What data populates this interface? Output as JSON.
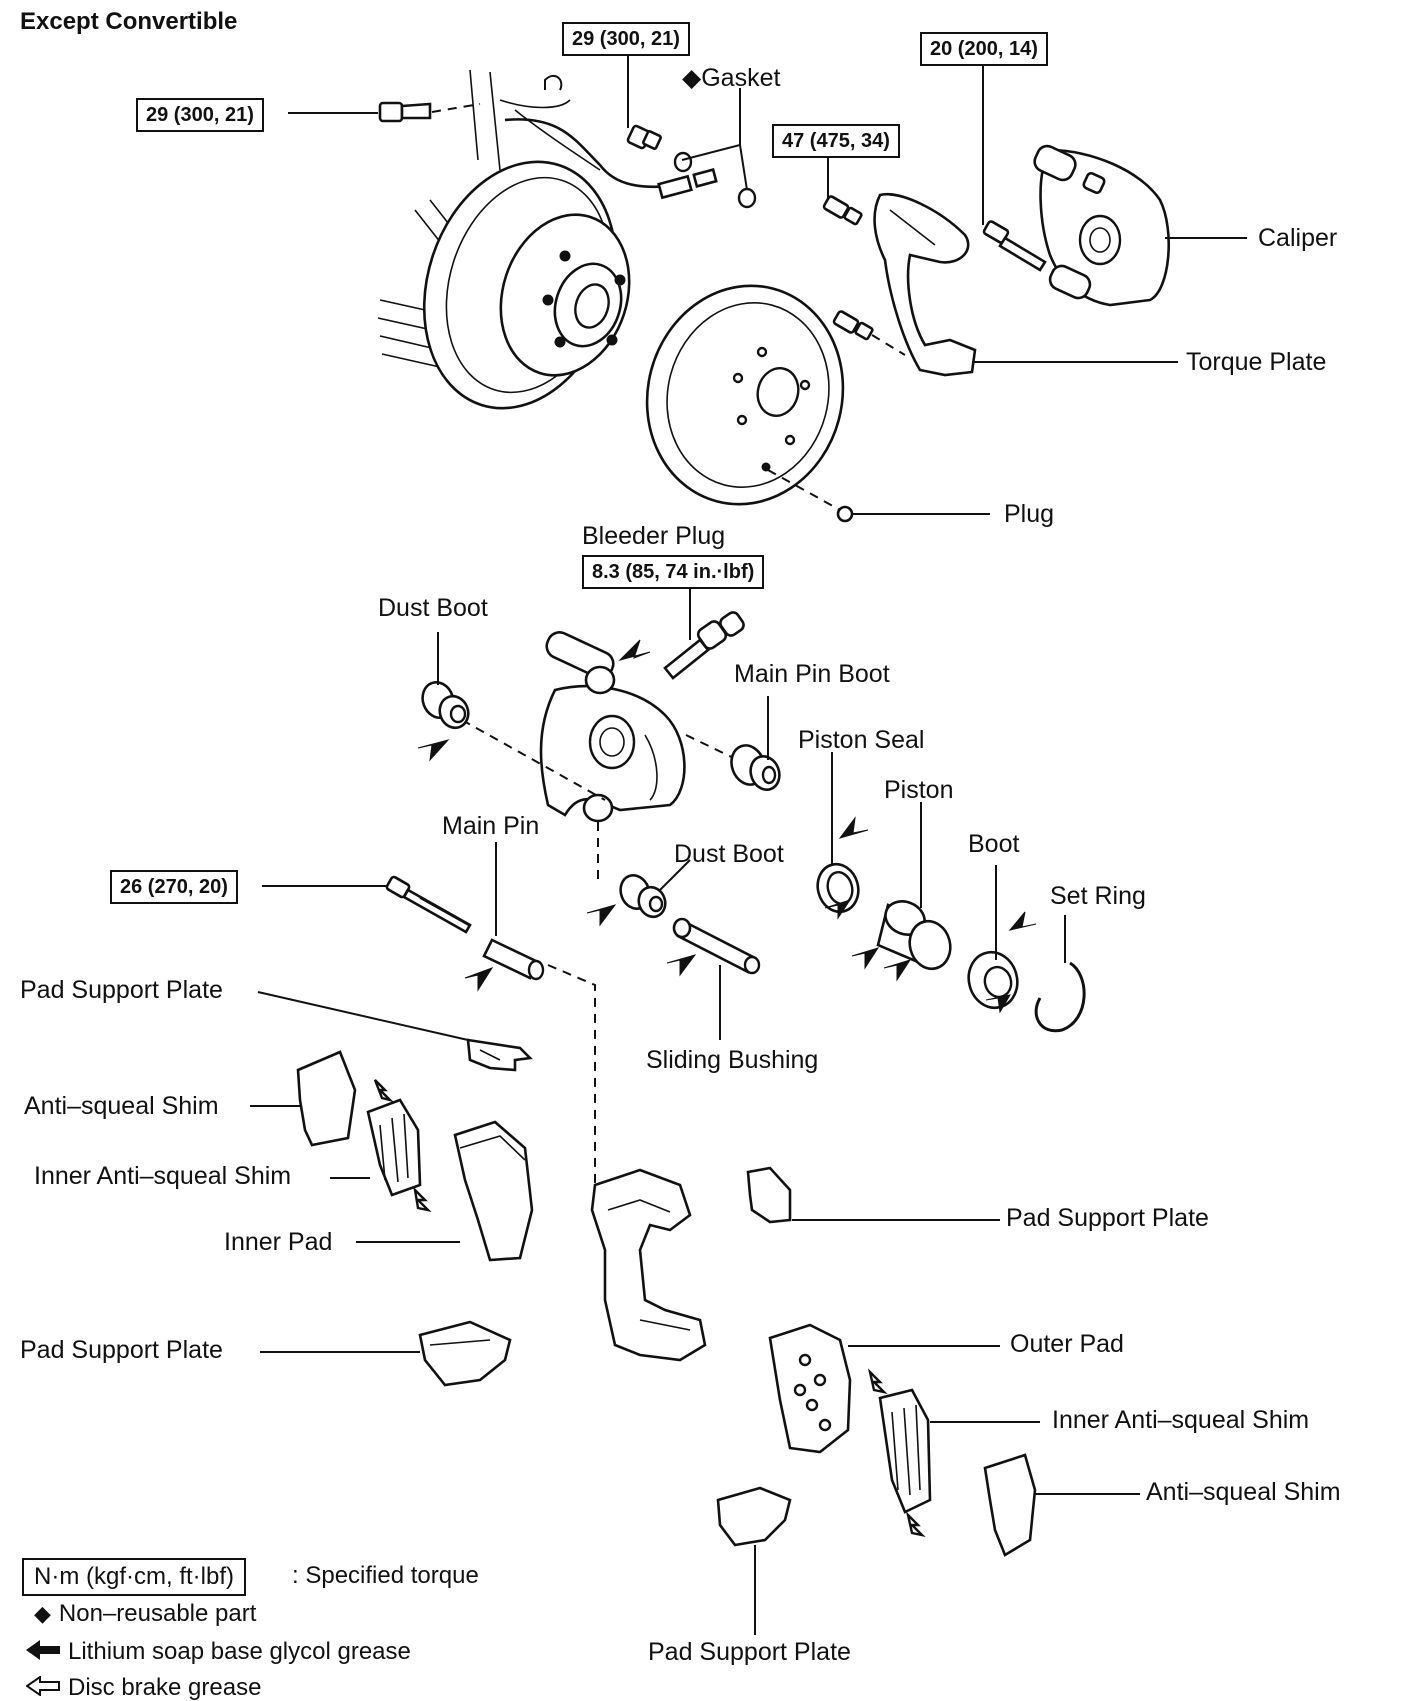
{
  "title": "Except Convertible",
  "torque": {
    "t1": "29 (300, 21)",
    "t2": "29 (300, 21)",
    "t3": "20 (200, 14)",
    "t4": "47 (475, 34)",
    "t5": "8.3 (85, 74 in.·lbf)",
    "t6": "26 (270, 20)"
  },
  "labels": {
    "gasket": "Gasket",
    "gasket_mark": "◆",
    "caliper": "Caliper",
    "torque_plate": "Torque Plate",
    "plug": "Plug",
    "bleeder_plug": "Bleeder Plug",
    "dust_boot_1": "Dust Boot",
    "main_pin_boot": "Main Pin Boot",
    "piston_seal": "Piston Seal",
    "piston": "Piston",
    "main_pin": "Main Pin",
    "dust_boot_2": "Dust Boot",
    "boot": "Boot",
    "set_ring": "Set Ring",
    "pad_support_plate_1": "Pad Support Plate",
    "sliding_bushing": "Sliding Bushing",
    "anti_squeal_shim_1": "Anti–squeal Shim",
    "inner_anti_squeal_shim_1": "Inner Anti–squeal Shim",
    "inner_pad": "Inner Pad",
    "pad_support_plate_2": "Pad Support Plate",
    "pad_support_plate_3": "Pad Support Plate",
    "outer_pad": "Outer Pad",
    "inner_anti_squeal_shim_2": "Inner Anti–squeal Shim",
    "anti_squeal_shim_2": "Anti–squeal Shim",
    "pad_support_plate_4": "Pad Support Plate"
  },
  "legend": {
    "unit_box": "N·m (kgf·cm, ft·lbf)",
    "unit_text": ": Specified torque",
    "non_reusable_sym": "◆",
    "non_reusable": "Non–reusable part",
    "lithium_sym": "🡐",
    "lithium": "Lithium soap base glycol grease",
    "disc_sym": "⇦",
    "disc": "Disc brake grease"
  }
}
